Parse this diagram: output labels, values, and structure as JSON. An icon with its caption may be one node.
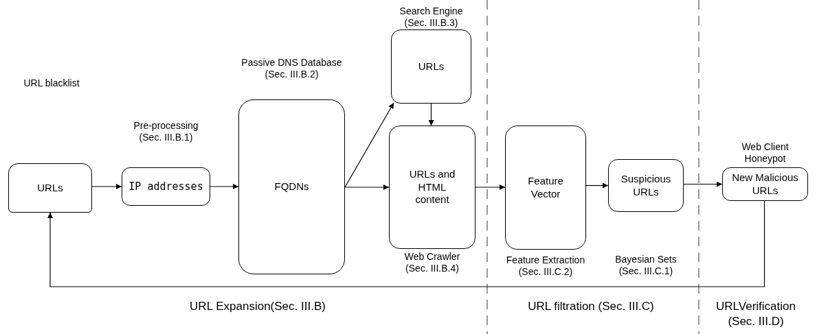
{
  "diagram": {
    "nodes": [
      {
        "text": [
          "URLs"
        ]
      },
      {
        "text": [
          "Pre-processing (Sec. III.B.1)",
          "IP addresses"
        ]
      },
      {
        "text": [
          "Passive DNS Database (Sec. III.B.2)",
          "FQDNs"
        ]
      },
      {
        "text": [
          "Search Engine (Sec. III.B.3)",
          "URLs"
        ]
      },
      {
        "text": [
          "URLs and HTML content",
          "Web Crawler (Sec. III.B.4)"
        ]
      },
      {
        "text": [
          "Feature Vector",
          "Feature Extraction (Sec. III.C.2)"
        ]
      },
      {
        "text": [
          "Suspicious URLs"
        ]
      },
      {
        "text": [
          "Web Client Honeypot",
          "New Malicious URLs"
        ]
      }
    ],
    "edges": [
      {
        "from": 0,
        "to": 1,
        "arrow": "to"
      },
      {
        "from": 1,
        "to": 2,
        "arrow": "to"
      },
      {
        "from": 2,
        "to": 3,
        "arrow": "to"
      },
      {
        "from": 2,
        "to": 4,
        "arrow": "to"
      },
      {
        "from": 3,
        "to": 4,
        "arrow": "to"
      },
      {
        "from": 4,
        "to": 5,
        "arrow": "to"
      },
      {
        "from": 5,
        "to": 6,
        "arrow": "to"
      },
      {
        "from": 6,
        "to": 7,
        "arrow": "to"
      },
      {
        "from": 7,
        "to": 0,
        "arrow": "to"
      }
    ],
    "labels": [
      "URL blacklist",
      "Bayesian Sets (Sec. III.C.1)",
      "URL Expansion(Sec. III.B)",
      "URL filtration (Sec. III.C)",
      "URLVerification (Sec. III.D)"
    ]
  }
}
